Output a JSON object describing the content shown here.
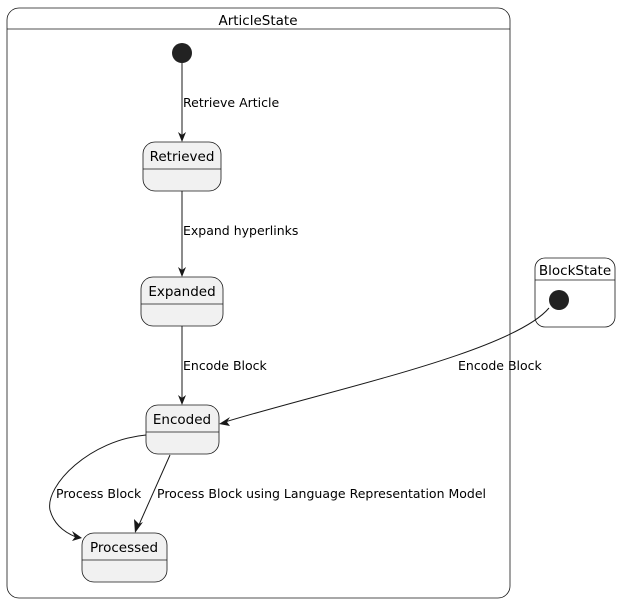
{
  "composites": {
    "article": {
      "title": "ArticleState"
    },
    "block": {
      "title": "BlockState"
    }
  },
  "states": {
    "retrieved": "Retrieved",
    "expanded": "Expanded",
    "encoded": "Encoded",
    "processed": "Processed"
  },
  "transitions": {
    "retrieve": "Retrieve Article",
    "expand": "Expand hyperlinks",
    "encode_article": "Encode Block",
    "encode_block": "Encode Block",
    "process": "Process Block",
    "process_lrm": "Process Block using Language Representation Model"
  }
}
